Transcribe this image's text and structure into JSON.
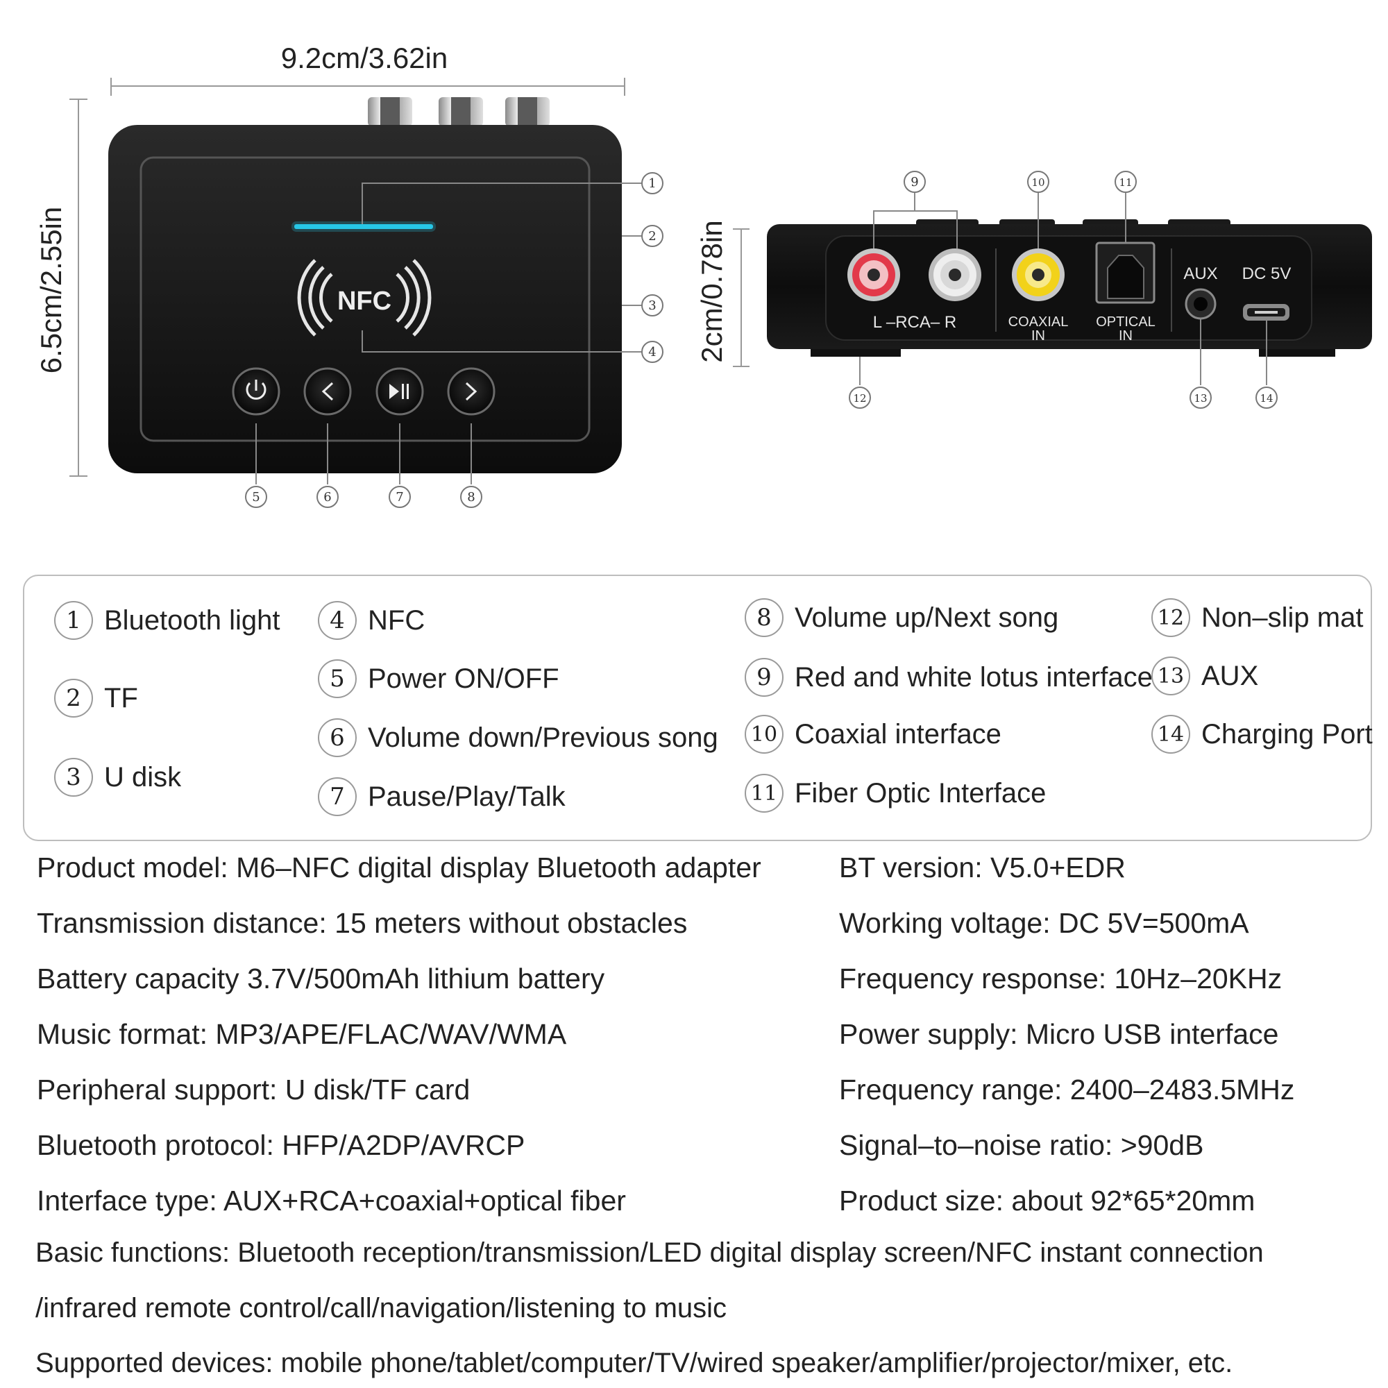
{
  "dimensions": {
    "width": "9.2cm/3.62in",
    "height": "6.5cm/2.55in",
    "depth": "2cm/0.78in"
  },
  "device": {
    "nfc_label": "NFC",
    "rca_label": "L –RCA– R",
    "coaxial_label_1": "COAXIAL",
    "coaxial_label_2": "IN",
    "optical_label_1": "OPTICAL",
    "optical_label_2": "IN",
    "aux_label": "AUX",
    "dc_label": "DC 5V"
  },
  "callouts": [
    "1",
    "2",
    "3",
    "4",
    "5",
    "6",
    "7",
    "8",
    "9",
    "10",
    "11",
    "12",
    "13",
    "14"
  ],
  "legend": [
    {
      "num": "1",
      "label": "Bluetooth light"
    },
    {
      "num": "2",
      "label": "TF"
    },
    {
      "num": "3",
      "label": "U disk"
    },
    {
      "num": "4",
      "label": "NFC"
    },
    {
      "num": "5",
      "label": "Power ON/OFF"
    },
    {
      "num": "6",
      "label": "Volume down/Previous song"
    },
    {
      "num": "7",
      "label": "Pause/Play/Talk"
    },
    {
      "num": "8",
      "label": "Volume up/Next song"
    },
    {
      "num": "9",
      "label": "Red and white lotus interface"
    },
    {
      "num": "10",
      "label": "Coaxial interface"
    },
    {
      "num": "11",
      "label": "Fiber Optic Interface"
    },
    {
      "num": "12",
      "label": "Non–slip mat"
    },
    {
      "num": "13",
      "label": "AUX"
    },
    {
      "num": "14",
      "label": "Charging Port"
    }
  ],
  "specs": {
    "left": [
      "Product model: M6–NFC digital display Bluetooth adapter",
      "Transmission distance: 15 meters without obstacles",
      "Battery capacity 3.7V/500mAh lithium battery",
      "Music format: MP3/APE/FLAC/WAV/WMA",
      "Peripheral support: U disk/TF card",
      "Bluetooth protocol: HFP/A2DP/AVRCP",
      "Interface type: AUX+RCA+coaxial+optical fiber"
    ],
    "right": [
      "BT version: V5.0+EDR",
      "Working voltage: DC 5V=500mA",
      "Frequency response: 10Hz–20KHz",
      "Power supply: Micro USB interface",
      "Frequency range: 2400–2483.5MHz",
      "Signal–to–noise ratio: >90dB",
      "Product size: about 92*65*20mm"
    ],
    "basic_functions_1": "Basic functions: Bluetooth reception/transmission/LED digital display screen/NFC instant connection",
    "basic_functions_2": "/infrared remote control/call/navigation/listening to music",
    "supported_devices": "Supported devices: mobile phone/tablet/computer/TV/wired speaker/amplifier/projector/mixer, etc."
  }
}
